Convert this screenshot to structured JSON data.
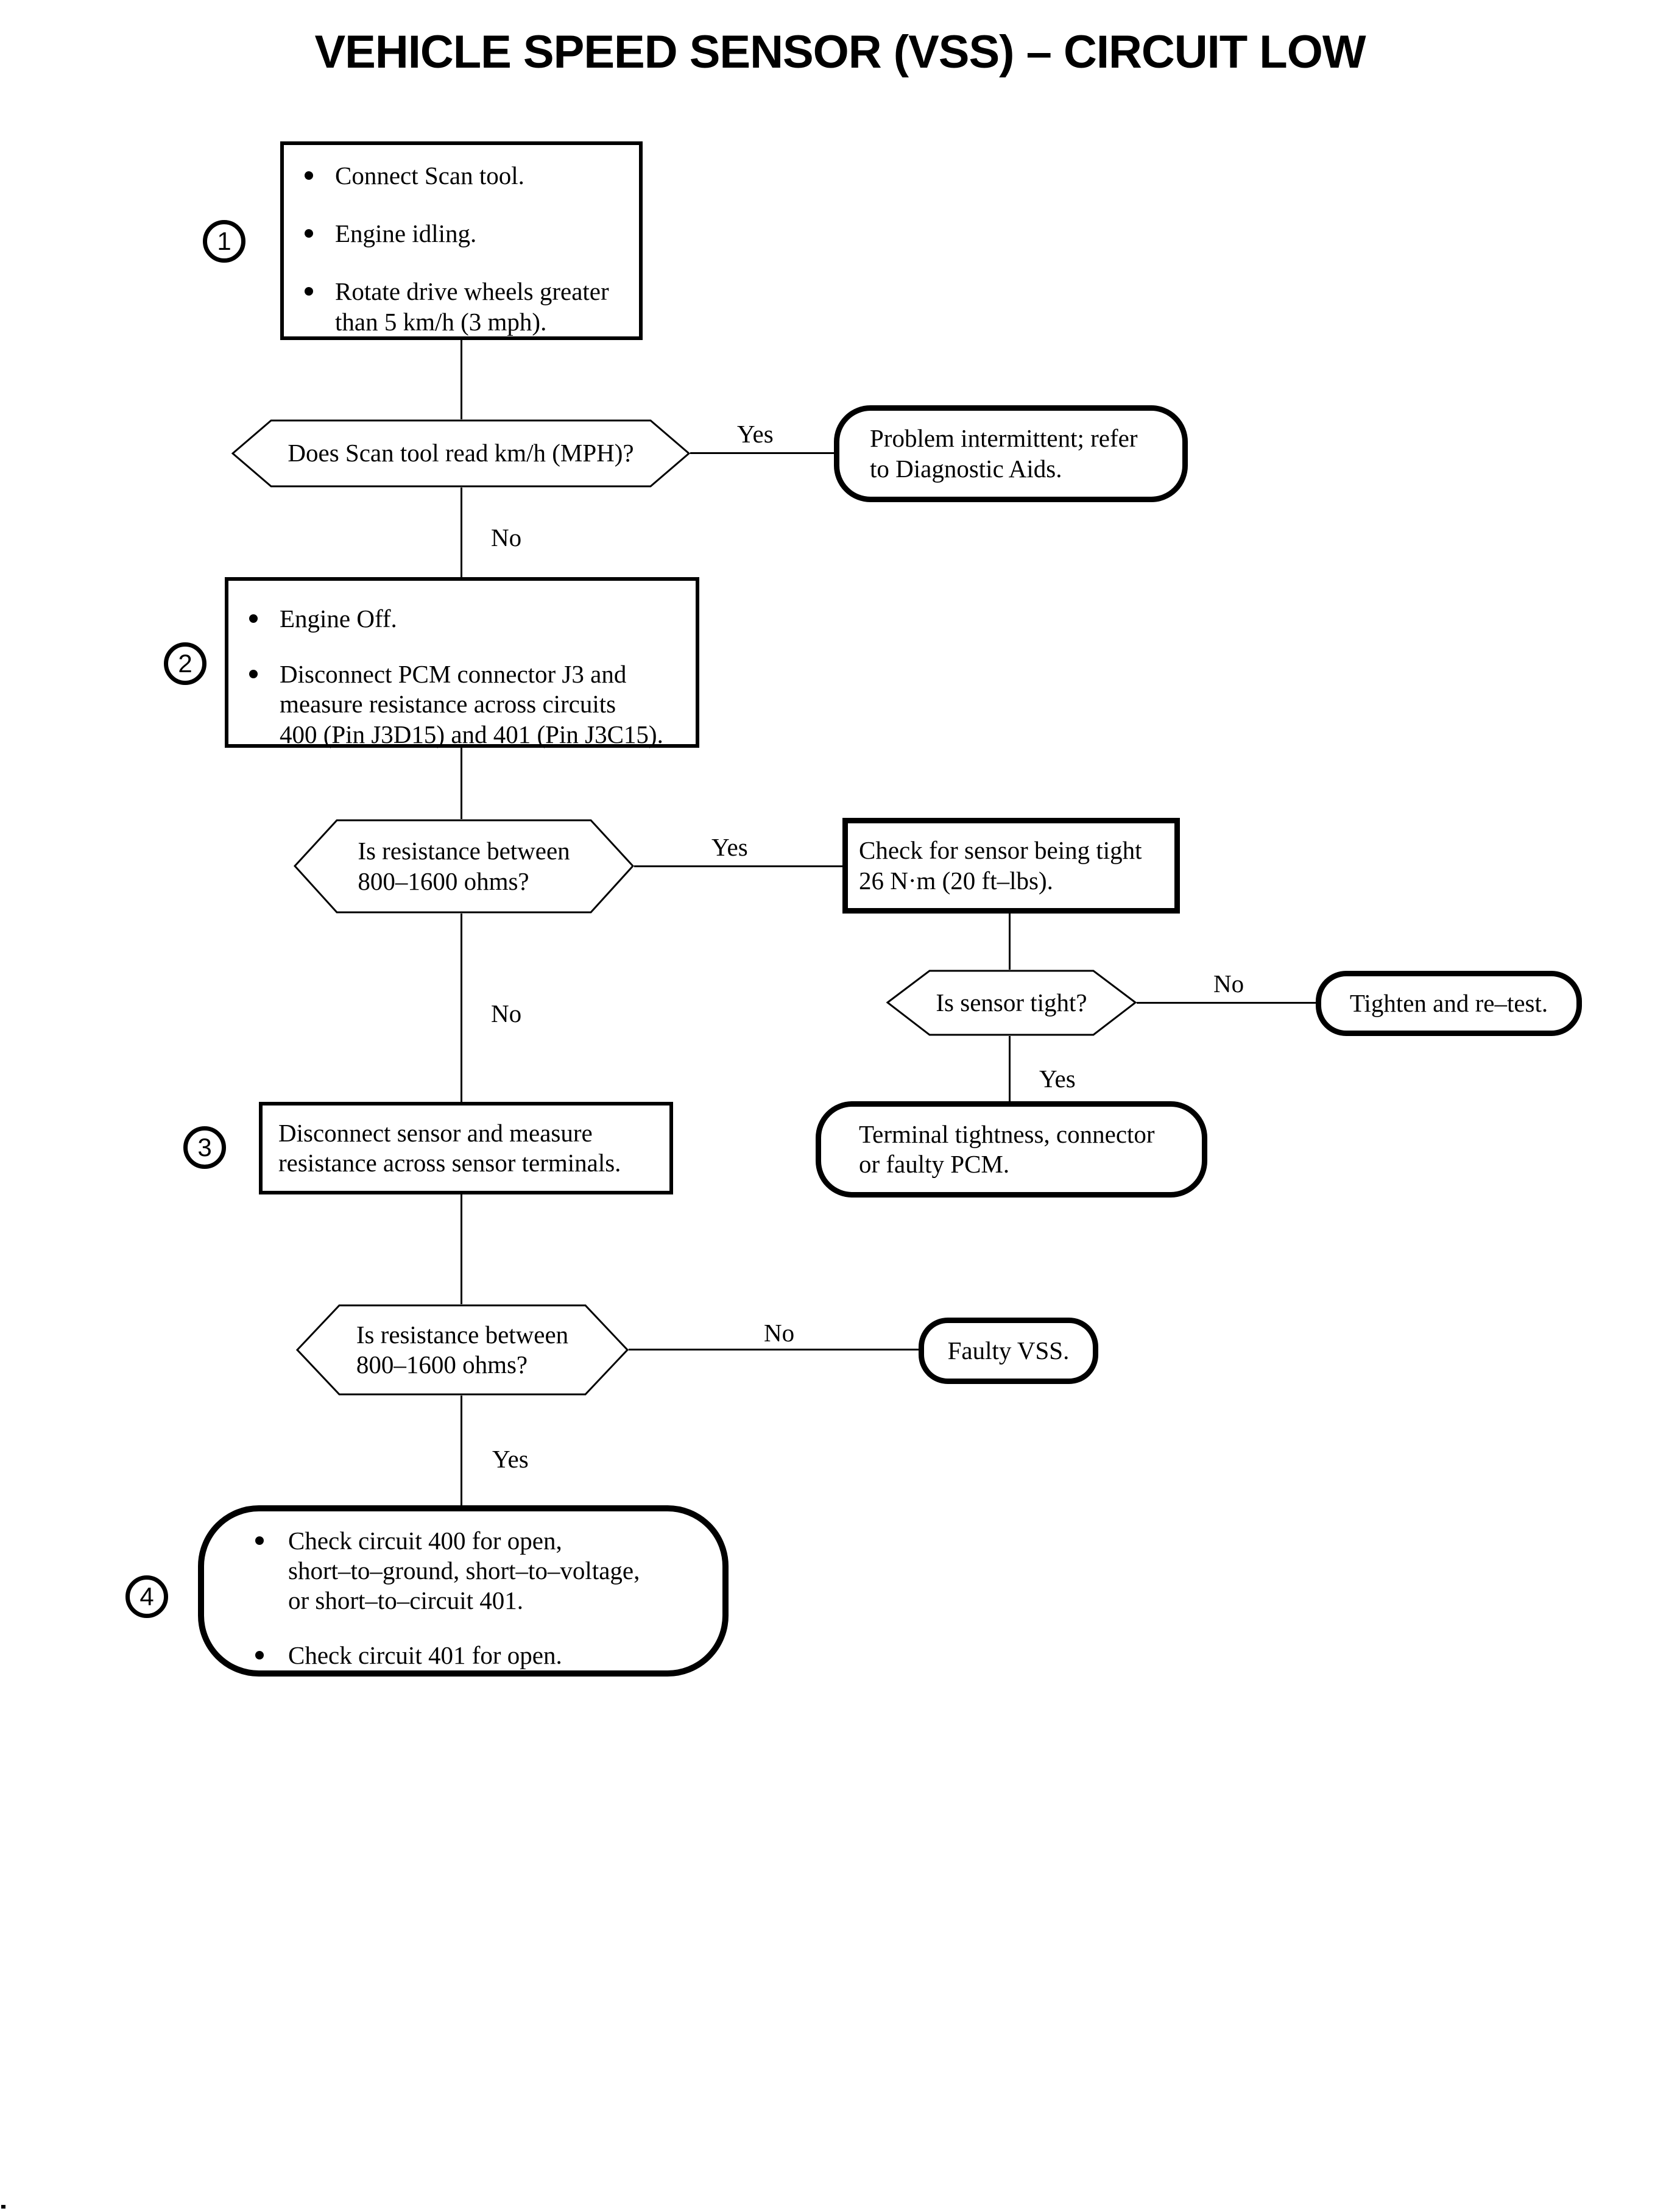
{
  "title": "VEHICLE SPEED SENSOR (VSS) – CIRCUIT LOW",
  "labels": {
    "yes": "Yes",
    "no": "No"
  },
  "flow": {
    "step1": {
      "number": "1",
      "bullets": [
        [
          "Connect Scan tool."
        ],
        [
          "Engine idling."
        ],
        [
          "Rotate drive wheels greater",
          "than 5 km/h (3 mph)."
        ]
      ]
    },
    "decision_scan": {
      "question": [
        "Does Scan tool read km/h (MPH)?"
      ]
    },
    "result_intermittent": {
      "text": [
        "Problem intermittent; refer",
        "to Diagnostic Aids."
      ]
    },
    "step2": {
      "number": "2",
      "bullets": [
        [
          "Engine Off."
        ],
        [
          "Disconnect PCM connector J3 and",
          "measure resistance across circuits",
          "400 (Pin J3D15) and 401 (Pin J3C15)."
        ]
      ]
    },
    "decision_resistance_pcm": {
      "question": [
        "Is resistance between",
        "800–1600 ohms?"
      ]
    },
    "action_check_tight": {
      "text": [
        "Check for sensor being tight",
        "26 N·m (20 ft–lbs)."
      ]
    },
    "decision_sensor_tight": {
      "question": [
        "Is sensor tight?"
      ]
    },
    "result_tighten": {
      "text": [
        "Tighten and re–test."
      ]
    },
    "result_terminal": {
      "text": [
        "Terminal tightness, connector",
        "or faulty PCM."
      ]
    },
    "step3": {
      "number": "3",
      "text": [
        "Disconnect sensor and measure",
        "resistance across sensor terminals."
      ]
    },
    "decision_resistance_sensor": {
      "question": [
        "Is resistance between",
        "800–1600 ohms?"
      ]
    },
    "result_faulty_vss": {
      "text": [
        "Faulty VSS."
      ]
    },
    "step4": {
      "number": "4",
      "bullets": [
        [
          "Check circuit 400 for open,",
          "short–to–ground, short–to–voltage,",
          "or short–to–circuit 401."
        ],
        [
          "Check circuit 401 for open."
        ]
      ]
    }
  }
}
